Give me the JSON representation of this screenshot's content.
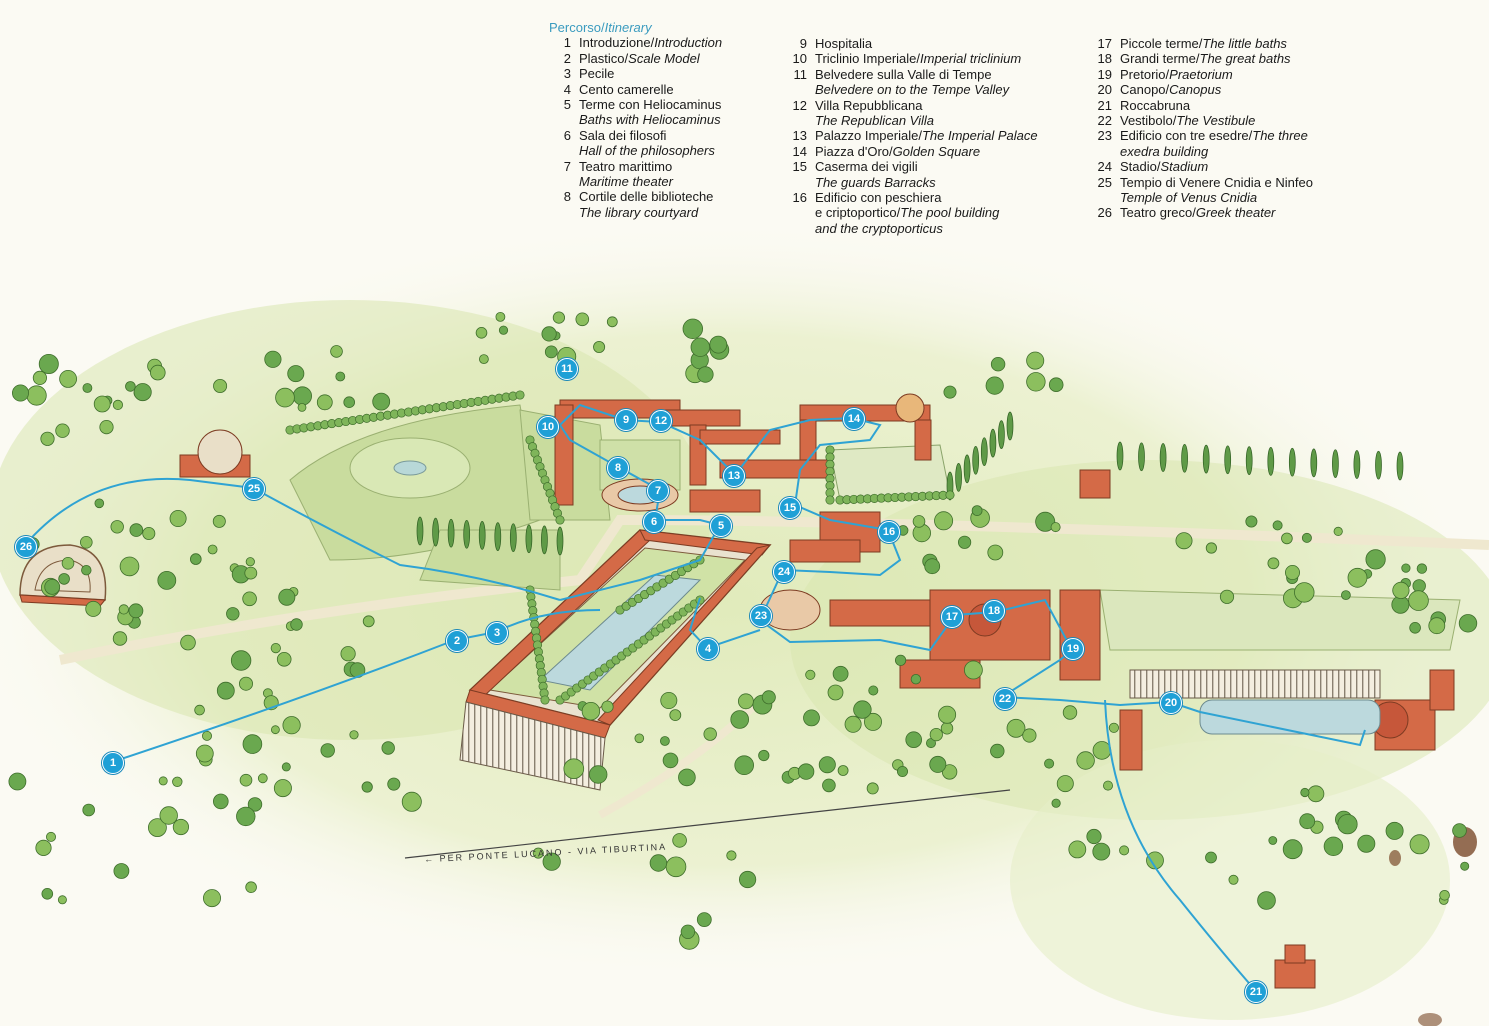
{
  "legend": {
    "title_it": "Percorso",
    "title_en": "Itinerary",
    "columns": [
      [
        {
          "n": "1",
          "it": "Introduzione",
          "en": "Introduction",
          "wrap": false
        },
        {
          "n": "2",
          "it": "Plastico",
          "en": "Scale Model",
          "wrap": false
        },
        {
          "n": "3",
          "it": "Pecile",
          "en": "",
          "wrap": false
        },
        {
          "n": "4",
          "it": "Cento camerelle",
          "en": "",
          "wrap": false
        },
        {
          "n": "5",
          "it": "Terme con Heliocaminus",
          "en": "Baths with Heliocaminus",
          "wrap": true
        },
        {
          "n": "6",
          "it": "Sala dei filosofi",
          "en": "Hall of the philosophers",
          "wrap": true
        },
        {
          "n": "7",
          "it": "Teatro marittimo",
          "en": "Maritime theater",
          "wrap": true
        },
        {
          "n": "8",
          "it": "Cortile delle biblioteche",
          "en": "The library courtyard",
          "wrap": true
        }
      ],
      [
        {
          "n": "9",
          "it": "Hospitalia",
          "en": "",
          "wrap": false
        },
        {
          "n": "10",
          "it": "Triclinio Imperiale",
          "en": "Imperial triclinium",
          "wrap": false
        },
        {
          "n": "11",
          "it": "Belvedere sulla Valle di Tempe",
          "en": "Belvedere on to the Tempe Valley",
          "wrap": true
        },
        {
          "n": "12",
          "it": "Villa Repubblicana",
          "en": "The Republican Villa",
          "wrap": true
        },
        {
          "n": "13",
          "it": "Palazzo Imperiale",
          "en": "The Imperial Palace",
          "wrap": false
        },
        {
          "n": "14",
          "it": "Piazza d'Oro",
          "en": "Golden Square",
          "wrap": false
        },
        {
          "n": "15",
          "it": "Caserma dei vigili",
          "en": "The guards Barracks",
          "wrap": true
        },
        {
          "n": "16",
          "it": "Edificio con peschiera",
          "it2": "e criptoportico",
          "en": "The pool building",
          "en2": "and the cryptoporticus",
          "wrap": false
        }
      ],
      [
        {
          "n": "17",
          "it": "Piccole terme",
          "en": "The little baths",
          "wrap": false
        },
        {
          "n": "18",
          "it": "Grandi terme",
          "en": "The great baths",
          "wrap": false
        },
        {
          "n": "19",
          "it": "Pretorio",
          "en": "Praetorium",
          "wrap": false
        },
        {
          "n": "20",
          "it": "Canopo",
          "en": "Canopus",
          "wrap": false
        },
        {
          "n": "21",
          "it": "Roccabruna",
          "en": "",
          "wrap": false
        },
        {
          "n": "22",
          "it": "Vestibolo",
          "en": "The Vestibule",
          "wrap": false
        },
        {
          "n": "23",
          "it": "Edificio con tre esedre",
          "en": "The three",
          "en2": "exedra building",
          "wrap": false
        },
        {
          "n": "24",
          "it": "Stadio",
          "en": "Stadium",
          "wrap": false
        },
        {
          "n": "25",
          "it": "Tempio di Venere Cnidia e Ninfeo",
          "en": "Temple of Venus Cnidia",
          "wrap": true
        },
        {
          "n": "26",
          "it": "Teatro greco",
          "en": "Greek theater",
          "wrap": false
        }
      ]
    ]
  },
  "road_label": "← PER PONTE LUCANO - VIA TIBURTINA",
  "markers": [
    "1",
    "2",
    "3",
    "4",
    "5",
    "6",
    "7",
    "8",
    "9",
    "10",
    "11",
    "12",
    "13",
    "14",
    "15",
    "16",
    "17",
    "18",
    "19",
    "20",
    "21",
    "22",
    "23",
    "24",
    "25",
    "26"
  ],
  "colors": {
    "route": "#2fa3d3",
    "badge": "#1fa0d6",
    "roof": "#d46a47",
    "lawn": "#cfe0a8",
    "tree": "#6aa84f",
    "paper": "#fbfaf3"
  }
}
